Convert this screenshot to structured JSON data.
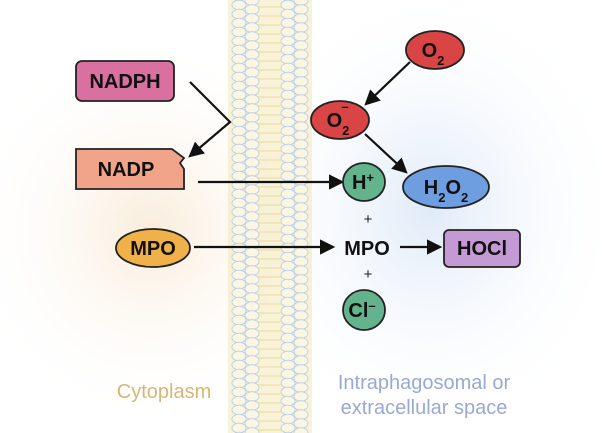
{
  "nodes": {
    "nadph": "NADPH",
    "nadp": "NADP",
    "mpo_left": "MPO",
    "mpo_center": "MPO",
    "hocl": "HOCl",
    "o2": {
      "base": "O",
      "sub": "2"
    },
    "superoxide": {
      "base": "O",
      "sub": "2",
      "sup": "–"
    },
    "proton": {
      "base": "H",
      "sup": "+"
    },
    "h2o2": {
      "p1": "H",
      "s1": "2",
      "p2": "O",
      "s2": "2"
    },
    "chloride": {
      "base": "Cl",
      "sup": "–"
    }
  },
  "operators": {
    "plus_top": "+",
    "plus_bottom": "+"
  },
  "regions": {
    "cytoplasm": "Cytoplasm",
    "outside_line1": "Intraphagosomal or",
    "outside_line2": "extracellular space"
  },
  "colors": {
    "pink_box": "#d9709f",
    "salmon_box": "#f2a48b",
    "mpo_ellipse": "#f0b14a",
    "hocl_box": "#c39ad4",
    "red_ellipse": "#d94545",
    "blue_ellipse": "#6f9ee0",
    "green_ellipse": "#63b48d",
    "cytoplasm_text": "#d9b676",
    "outside_text": "#9aa9d4",
    "membrane_fill": "#f3e7b6",
    "membrane_line": "#b9cfe6"
  }
}
